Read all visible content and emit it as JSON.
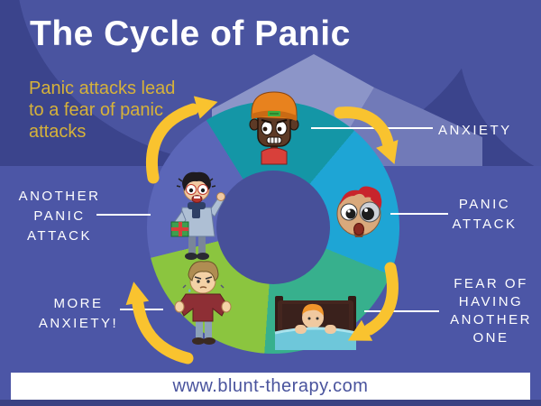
{
  "title": "The Cycle of Panic",
  "subtitle": "Panic attacks lead to a fear of panic attacks",
  "cycle": {
    "direction": "clockwise",
    "stages": [
      {
        "id": "anxiety",
        "label": "ANXIETY",
        "icon": "worried-man-in-orange-cap-icon",
        "segment_color": "#1496a6"
      },
      {
        "id": "panic-attack",
        "label": "PANIC ATTACK",
        "icon": "shocked-face-icon",
        "segment_color": "#1ea5d5"
      },
      {
        "id": "fear-of-having-another-one",
        "label": "FEAR OF HAVING ANOTHER ONE",
        "icon": "person-hiding-in-bed-icon",
        "segment_color": "#37b08d"
      },
      {
        "id": "more-anxiety",
        "label": "MORE ANXIETY!",
        "icon": "shrugging-anxious-boy-icon",
        "segment_color": "#8bc53f"
      },
      {
        "id": "another-panic-attack",
        "label": "ANOTHER PANIC ATTACK",
        "icon": "panicking-man-with-gift-icon",
        "segment_color": "#5b66b8"
      }
    ]
  },
  "footer": {
    "website": "www.blunt-therapy.com"
  },
  "colors": {
    "background-header": "#3b448c",
    "background-main": "#4c56a6",
    "background-dome": "#4a54a0",
    "mountain-light": "#8c95c8",
    "mountain-dark": "#717ab8",
    "hole": "#475099",
    "arrow-yellow": "#f9c32f",
    "subtitle-gold": "#d6b23a",
    "label-white": "#ffffff",
    "footer-bar": "#ffffff",
    "footer-text": "#49539d",
    "bottom-strip": "#3a4283",
    "seg-anxiety": "#1496a6",
    "seg-panic": "#1ea5d5",
    "seg-fear": "#37b08d",
    "seg-more": "#8bc53f",
    "seg-another": "#5b66b8"
  }
}
